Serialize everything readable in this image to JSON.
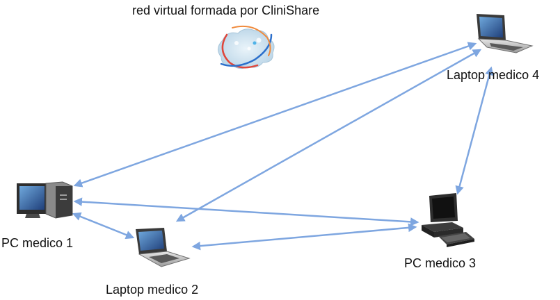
{
  "title": "red virtual formada por CliniShare",
  "nodes": {
    "pc1": {
      "label": "PC medico 1",
      "kind": "desktop-tower-icon"
    },
    "laptop2": {
      "label": "Laptop medico 2",
      "kind": "laptop-icon"
    },
    "pc3": {
      "label": "PC medico 3",
      "kind": "desktop-monitor-icon"
    },
    "laptop4": {
      "label": "Laptop medico 4",
      "kind": "laptop-icon"
    }
  },
  "connections": [
    {
      "from": "pc1",
      "to": "laptop4",
      "direction": "both"
    },
    {
      "from": "pc1",
      "to": "pc3",
      "direction": "both"
    },
    {
      "from": "pc1",
      "to": "laptop2",
      "direction": "both"
    },
    {
      "from": "laptop2",
      "to": "laptop4",
      "direction": "both"
    },
    {
      "from": "laptop2",
      "to": "pc3",
      "direction": "both"
    },
    {
      "from": "laptop4",
      "to": "pc3",
      "direction": "both"
    }
  ],
  "colors": {
    "connector": "#7EA6E0",
    "screen": "#1F4E8C",
    "device_body": "#555555"
  },
  "logo_icon": "cloud-network-logo"
}
